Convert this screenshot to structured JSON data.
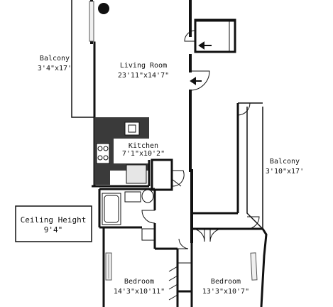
{
  "rooms": {
    "balcony_left": {
      "name": "Balcony",
      "size": "3'4\"x17'"
    },
    "living_room": {
      "name": "Living Room",
      "size": "23'11\"x14'7\""
    },
    "kitchen": {
      "name": "Kitchen",
      "size": "7'1\"x10'2\""
    },
    "balcony_right": {
      "name": "Balcony",
      "size": "3'10\"x17'"
    },
    "bedroom_left": {
      "name": "Bedroom",
      "size": "14'3\"x10'11\""
    },
    "bedroom_right": {
      "name": "Bedroom",
      "size": "13'3\"x10'7\""
    }
  },
  "ceiling": {
    "title": "Ceiling Height",
    "value": "9'4\""
  },
  "colors": {
    "wall": "#111111",
    "counter": "#3a3a3a",
    "paper": "#ffffff"
  }
}
